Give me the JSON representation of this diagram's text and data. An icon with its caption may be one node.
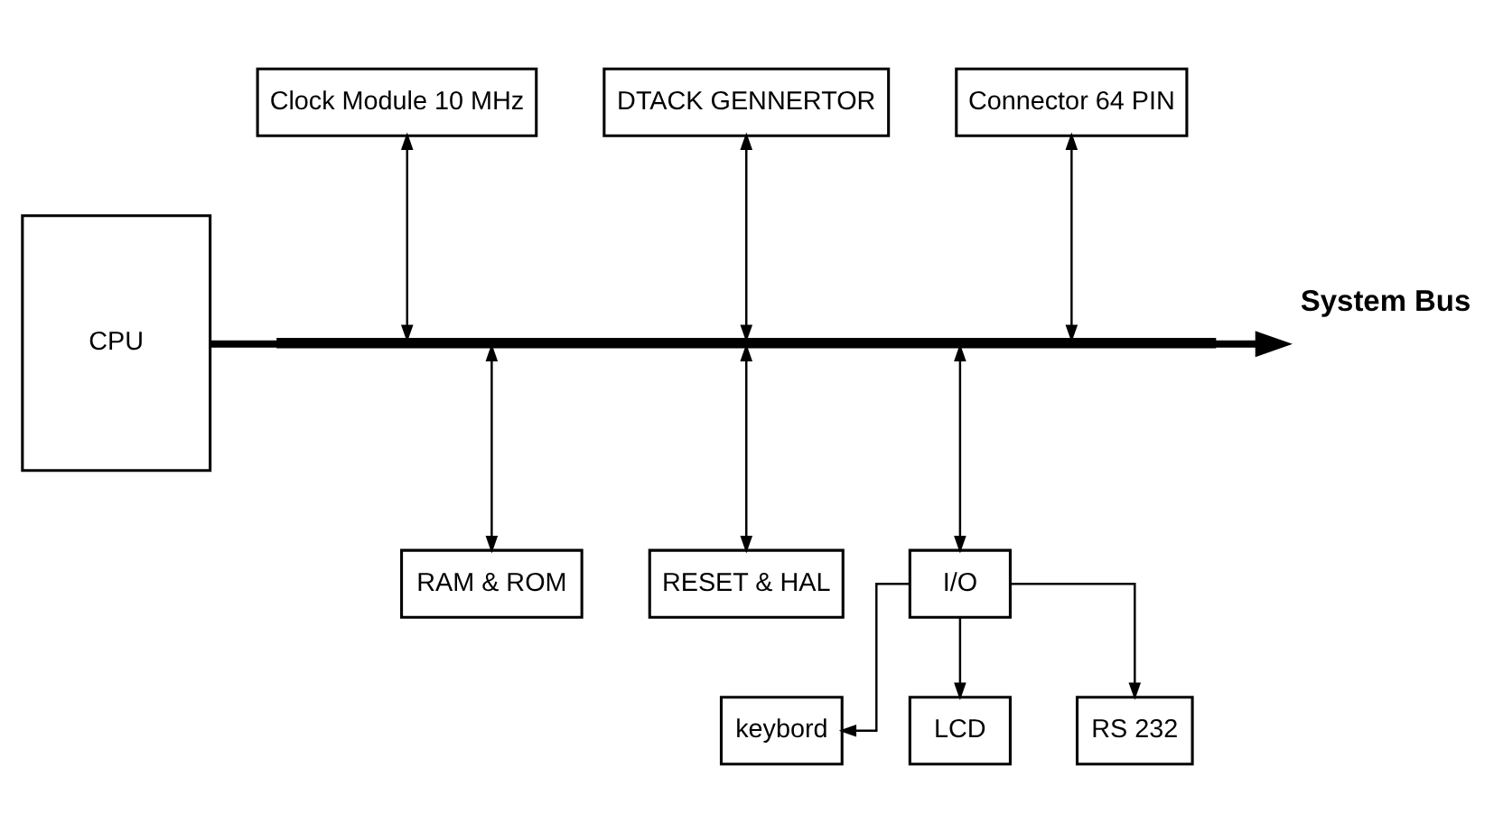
{
  "diagram": {
    "nodes": [
      {
        "text": [
          "CPU"
        ]
      },
      {
        "text": [
          "Clock Module 10 MHz"
        ]
      },
      {
        "text": [
          "DTACK GENNERTOR"
        ]
      },
      {
        "text": [
          "Connector 64 PIN"
        ]
      },
      {
        "text": [],
        "shape": "bar",
        "beside": [
          "System Bus"
        ]
      },
      {
        "text": [
          "RAM & ROM"
        ]
      },
      {
        "text": [
          "RESET & HAL"
        ]
      },
      {
        "text": [
          "I/O"
        ]
      },
      {
        "text": [
          "keybord"
        ]
      },
      {
        "text": [
          "LCD"
        ]
      },
      {
        "text": [
          "RS 232"
        ]
      }
    ],
    "edges": [
      {
        "from": 0,
        "to": 4,
        "arrow": "none",
        "style": "thick"
      },
      {
        "from": 4,
        "to": null,
        "arrow": "to",
        "style": "thick"
      },
      {
        "from": 1,
        "to": 4,
        "arrow": "both"
      },
      {
        "from": 2,
        "to": 4,
        "arrow": "both"
      },
      {
        "from": 3,
        "to": 4,
        "arrow": "both"
      },
      {
        "from": 4,
        "to": 5,
        "arrow": "both"
      },
      {
        "from": 4,
        "to": 6,
        "arrow": "both"
      },
      {
        "from": 4,
        "to": 7,
        "arrow": "both"
      },
      {
        "from": 7,
        "to": 8,
        "arrow": "to"
      },
      {
        "from": 7,
        "to": 9,
        "arrow": "to"
      },
      {
        "from": 7,
        "to": 10,
        "arrow": "to"
      }
    ]
  }
}
